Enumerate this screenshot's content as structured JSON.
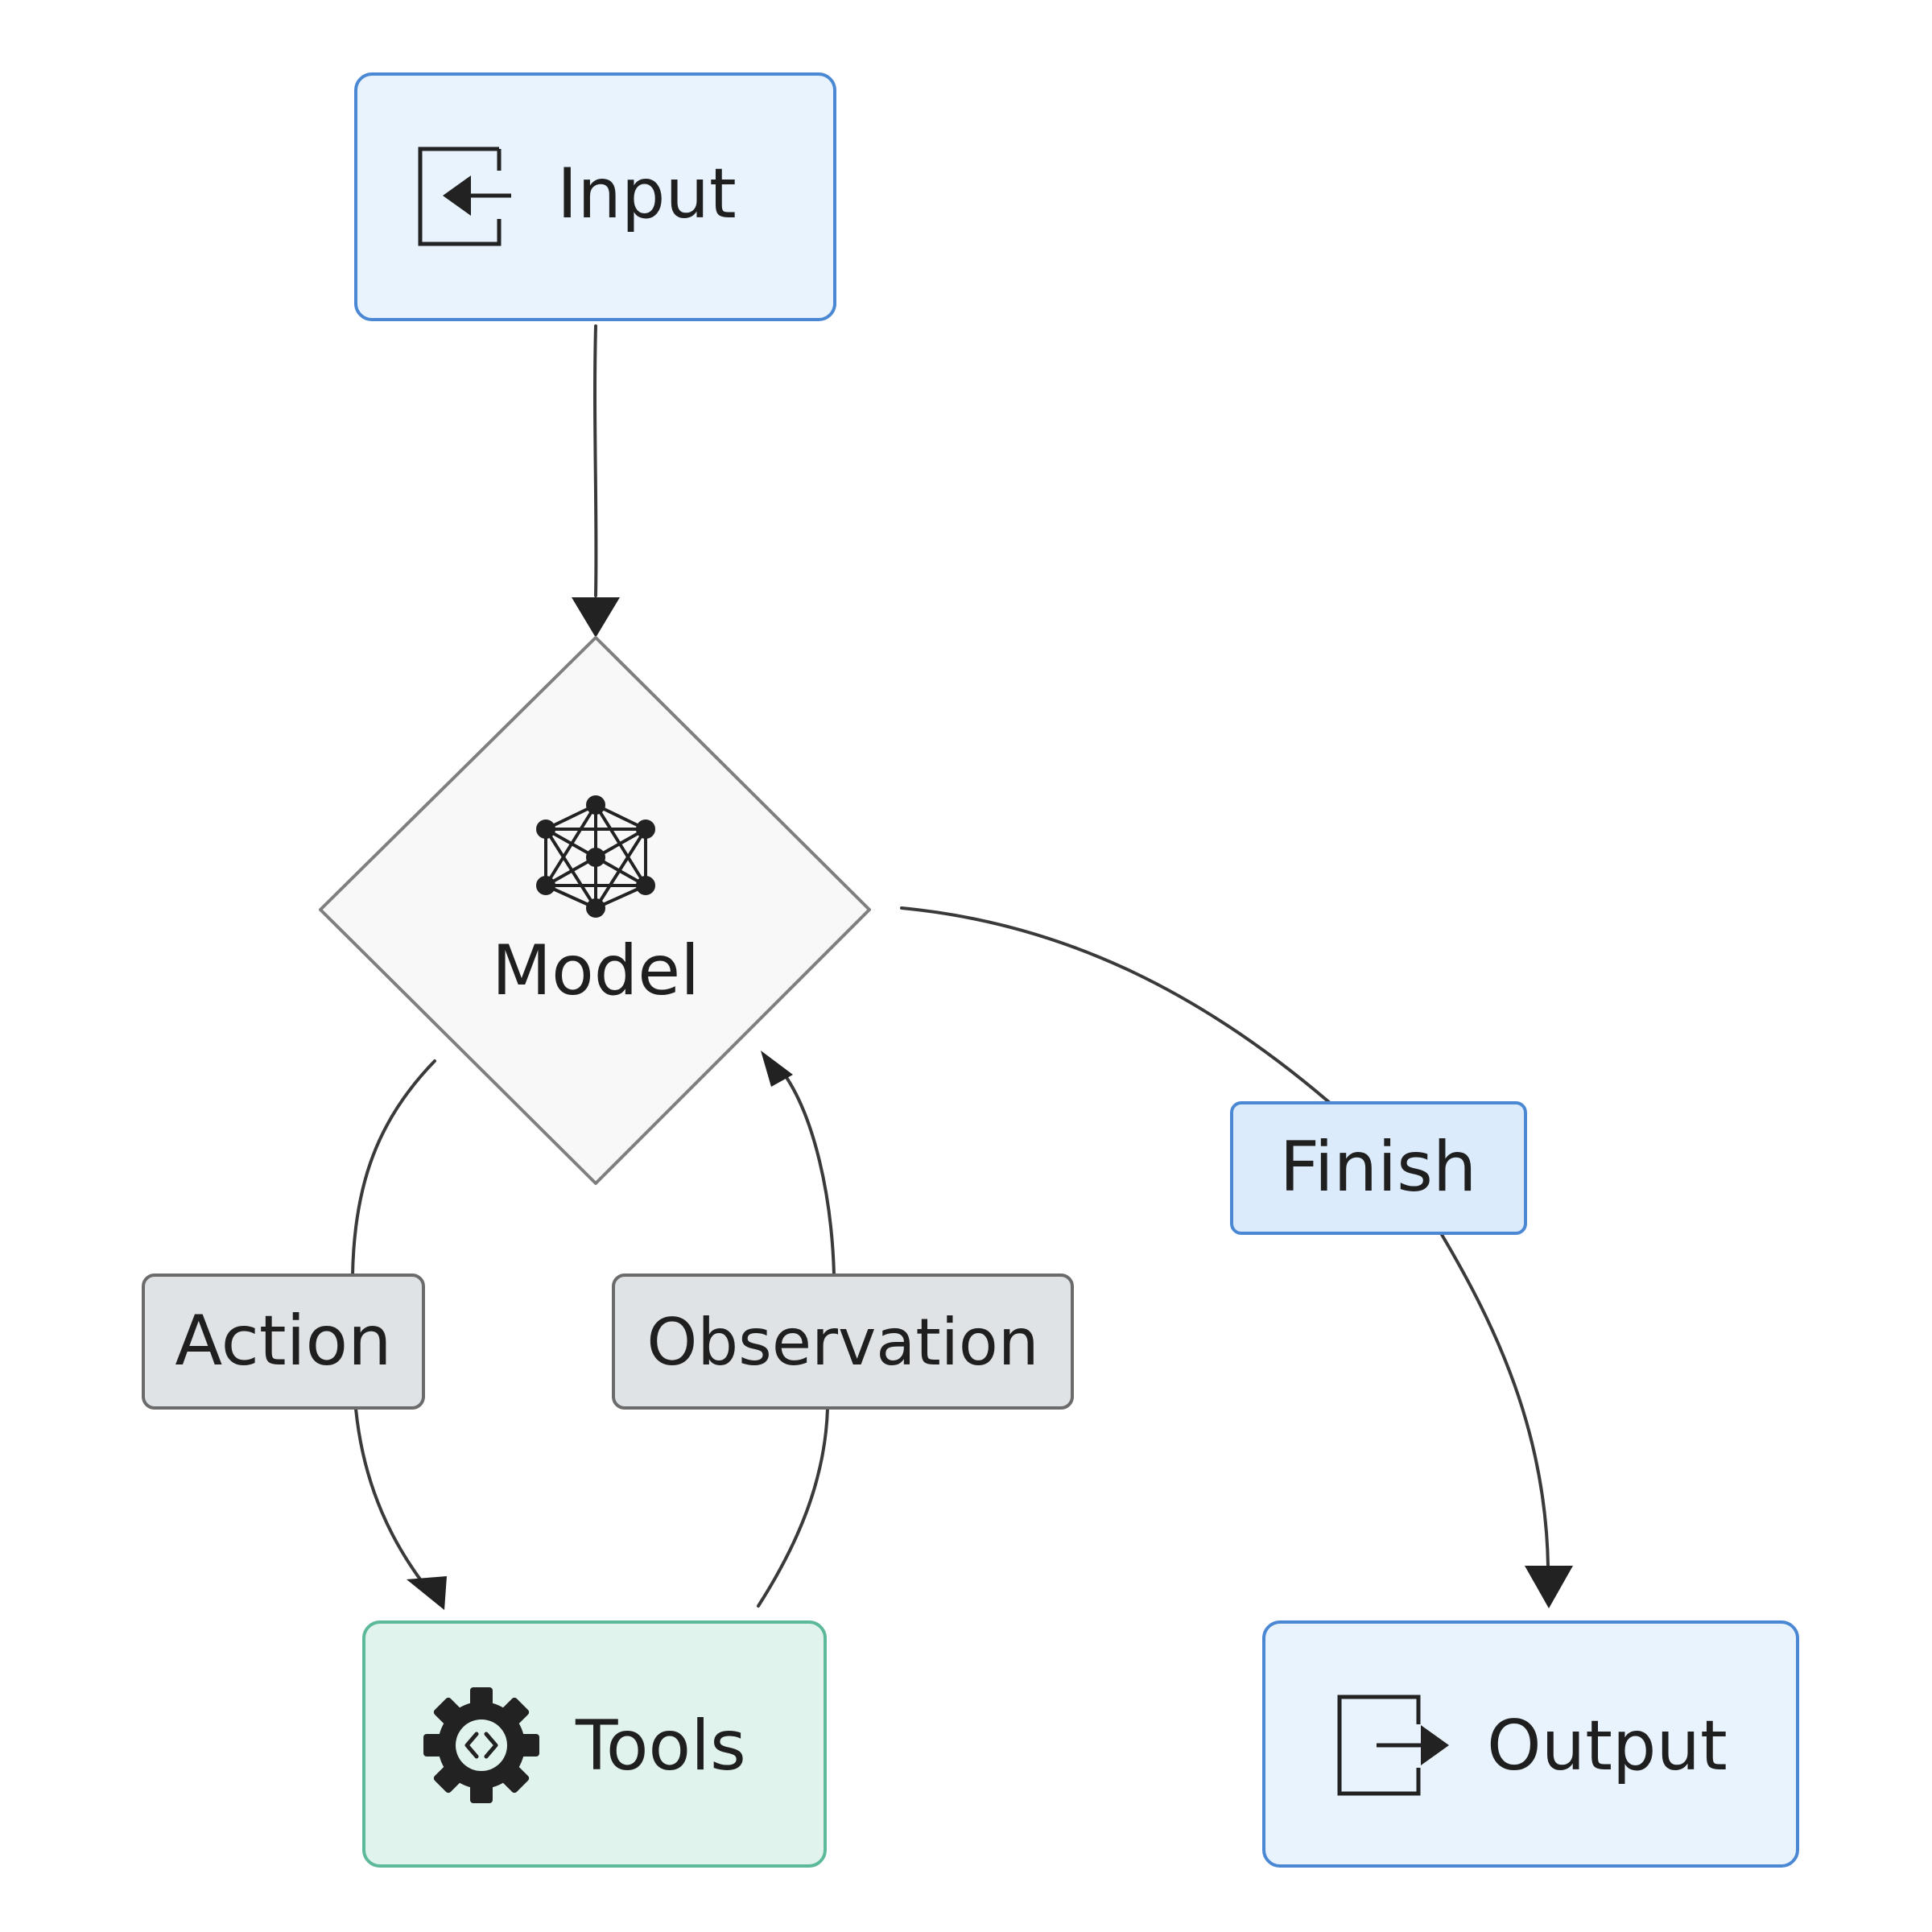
{
  "nodes": {
    "input": {
      "label": "Input",
      "fill": "#e8f3fd",
      "stroke": "#4a88d4",
      "icon": "login-arrow-icon"
    },
    "model": {
      "label": "Model",
      "fill": "#f8f8f8",
      "stroke": "#7f7f7f",
      "icon": "neural-network-icon"
    },
    "tools": {
      "label": "Tools",
      "fill": "#e0f3ec",
      "stroke": "#5cb99b",
      "icon": "gear-code-icon"
    },
    "output": {
      "label": "Output",
      "fill": "#e8f3fd",
      "stroke": "#4a88d4",
      "icon": "logout-arrow-icon"
    }
  },
  "edges": {
    "action": {
      "label": "Action",
      "fill": "#dfe3e6",
      "stroke": "#6b6b6b"
    },
    "observation": {
      "label": "Observation",
      "fill": "#dfe3e6",
      "stroke": "#6b6b6b"
    },
    "finish": {
      "label": "Finish",
      "fill": "#dcebfb",
      "stroke": "#4a88d4"
    }
  },
  "colors": {
    "edge_line": "#3a3a3a",
    "arrowhead": "#222222",
    "icon": "#222222"
  }
}
